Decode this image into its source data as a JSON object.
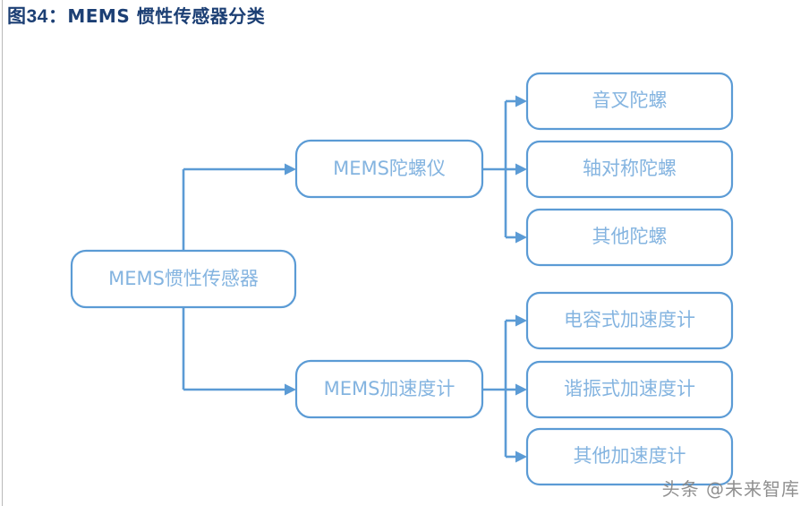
{
  "figure": {
    "label": "图34：",
    "title": "MEMS 惯性传感器分类",
    "full_title": "图34：MEMS 惯性传感器分类",
    "title_color": "#1c3f74"
  },
  "theme": {
    "box_border_color": "#5b9bd5",
    "box_fill_color": "#ffffff",
    "node_text_color": "#84b4e0",
    "connector_color": "#5b9bd5",
    "background_color": "#ffffff",
    "watermark_color": "#8a8a8a"
  },
  "diagram": {
    "type": "tree",
    "orientation": "left-to-right",
    "root": {
      "id": "root",
      "label": "MEMS惯性传感器"
    },
    "branches": [
      {
        "id": "gyroscope",
        "label": "MEMS陀螺仪",
        "children": [
          {
            "id": "tuning-fork-gyro",
            "label": "音叉陀螺"
          },
          {
            "id": "axisymmetric-gyro",
            "label": "轴对称陀螺"
          },
          {
            "id": "other-gyro",
            "label": "其他陀螺"
          }
        ]
      },
      {
        "id": "accelerometer",
        "label": "MEMS加速度计",
        "children": [
          {
            "id": "capacitive-accelerometer",
            "label": "电容式加速度计"
          },
          {
            "id": "resonant-accelerometer",
            "label": "谐振式加速度计"
          },
          {
            "id": "other-accelerometer",
            "label": "其他加速度计"
          }
        ]
      }
    ]
  },
  "watermark": {
    "text": "头条 @未来智库"
  }
}
